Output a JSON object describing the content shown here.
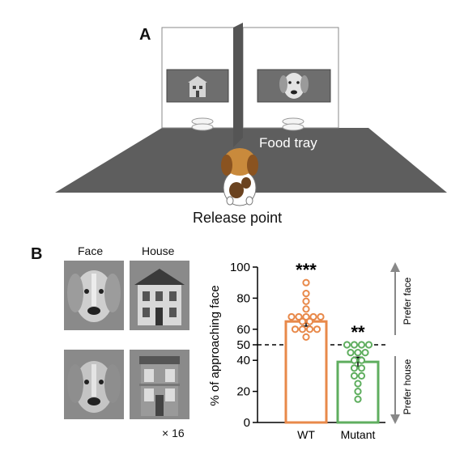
{
  "panel_a": {
    "label": "A",
    "food_tray_label": "Food tray",
    "release_point_label": "Release point"
  },
  "panel_b": {
    "label": "B",
    "col_face_label": "Face",
    "col_house_label": "House",
    "multiplier_label": "× 16",
    "side_labels": {
      "upper": "Prefer face",
      "lower": "Prefer house"
    }
  },
  "colors": {
    "wt": "#E8894A",
    "mutant": "#5FAE5F",
    "arena": "#5e5e5e"
  },
  "chart_data": {
    "type": "bar",
    "ylabel": "% of approaching face",
    "ylim": [
      0,
      100
    ],
    "yticks": [
      0,
      20,
      40,
      50,
      60,
      80,
      100
    ],
    "reference_line": 50,
    "categories": [
      "WT",
      "Mutant"
    ],
    "values": [
      65,
      39
    ],
    "error": [
      3,
      3
    ],
    "significance": [
      "***",
      "**"
    ],
    "points": [
      [
        90,
        83,
        78,
        73,
        68,
        68,
        68,
        68,
        68,
        65,
        65,
        60,
        60,
        60,
        60,
        55
      ],
      [
        50,
        50,
        50,
        50,
        45,
        45,
        45,
        40,
        40,
        35,
        35,
        30,
        30,
        25,
        20,
        15
      ]
    ]
  }
}
